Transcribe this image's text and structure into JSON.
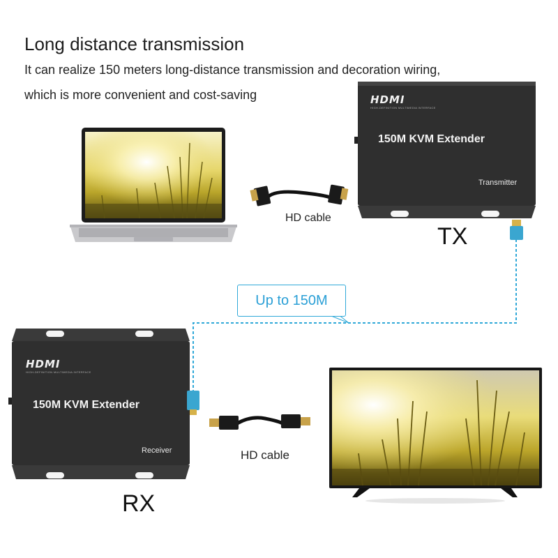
{
  "header": {
    "title": "Long distance transmission",
    "line1": "It can realize 150 meters long-distance transmission and decoration wiring,",
    "line2": "which is more convenient and cost-saving"
  },
  "transmitter": {
    "logo": "HDMI",
    "logo_sub": "HIGH-DEFINITION MULTIMEDIA INTERFACE",
    "name": "150M KVM Extender",
    "role": "Transmitter",
    "label": "TX"
  },
  "receiver": {
    "logo": "HDMI",
    "logo_sub": "HIGH-DEFINITION MULTIMEDIA INTERFACE",
    "name": "150M KVM Extender",
    "role": "Receiver",
    "label": "RX"
  },
  "cables": {
    "top_label": "HD cable",
    "bottom_label": "HD cable"
  },
  "link": {
    "distance_label": "Up to 150M",
    "line_color": "#2ea8d8"
  }
}
